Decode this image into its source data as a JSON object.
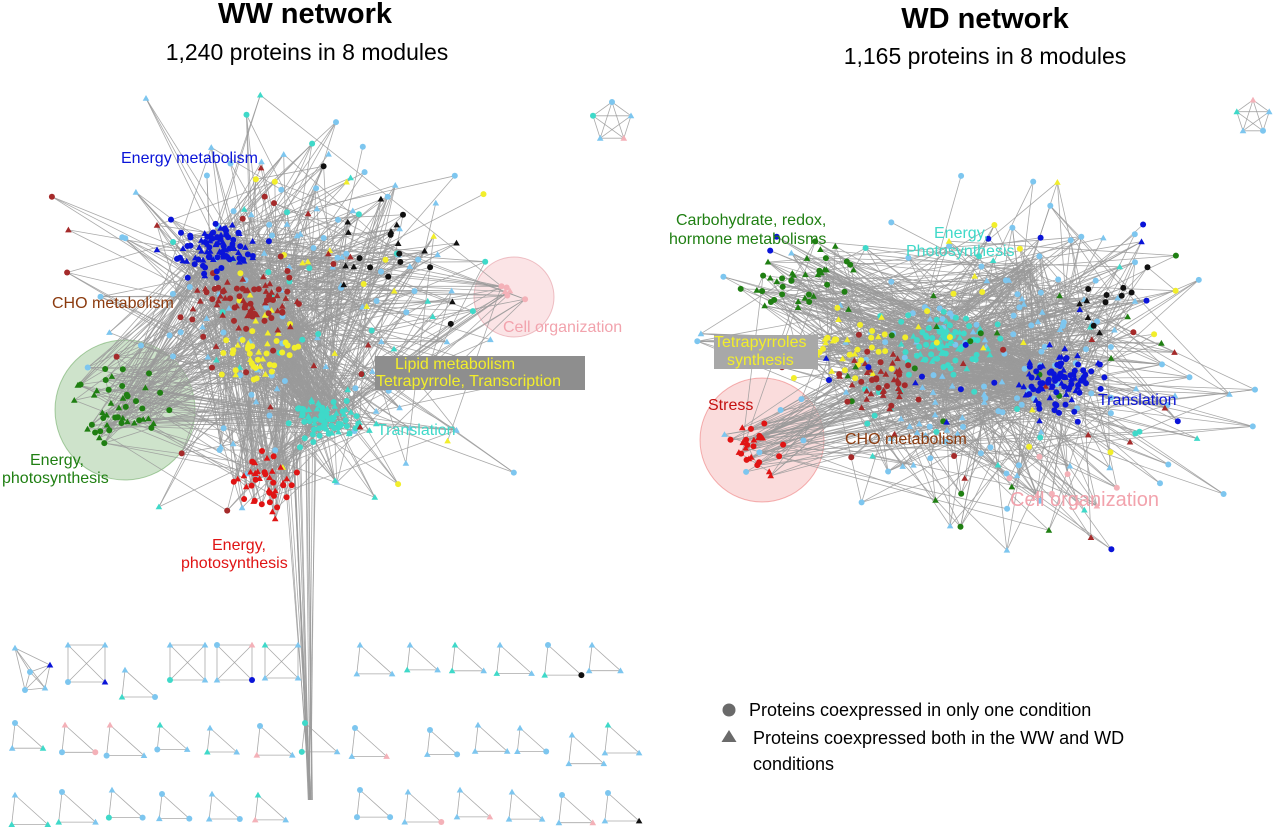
{
  "colors": {
    "edge": "#9a9a9a",
    "blue": "#0a14d8",
    "darkred": "#a52a2a",
    "yellow": "#f2ee2b",
    "green": "#1f7f12",
    "red": "#e01414",
    "turquoise": "#3fd9c9",
    "lightblue": "#7dc6ef",
    "black": "#111111",
    "pink": "#f4b1b8",
    "label_bg": "#8e8e8e",
    "legend_marker": "#6a6a6a"
  },
  "ww": {
    "title": "WW network",
    "subtitle": "1,240 proteins in 8 modules",
    "labels": {
      "energy_metabolism": "Energy metabolism",
      "cho_metabolism": "CHO metabolism",
      "cell_organization": "Cell organization",
      "lipid_line1": "Lipid metabolism",
      "lipid_line2": "Tetrapyrrole, Transcription",
      "translation": "Translation",
      "energy_photo_green_1": "Energy,",
      "energy_photo_green_2": "photosynthesis",
      "energy_photo_red_1": "Energy,",
      "energy_photo_red_2": "photosynthesis"
    }
  },
  "wd": {
    "title": "WD network",
    "subtitle": "1,165 proteins in 8 modules",
    "labels": {
      "carbo_1": "Carbohydrate, redox,",
      "carbo_2": "hormone metabolisms",
      "energy_1": "Energy,",
      "energy_2": "Photosynthesis",
      "tetra_1": "Tetrapyrroles",
      "tetra_2": "synthesis",
      "stress": "Stress",
      "translation": "Translation",
      "cho_metabolism": "CHO metabolism",
      "cell_organization": "Cell organization"
    }
  },
  "legend": {
    "circle_label": "Proteins coexpressed in only one condition",
    "triangle_label_1": "Proteins coexpressed both in the WW and WD",
    "triangle_label_2": "conditions"
  }
}
